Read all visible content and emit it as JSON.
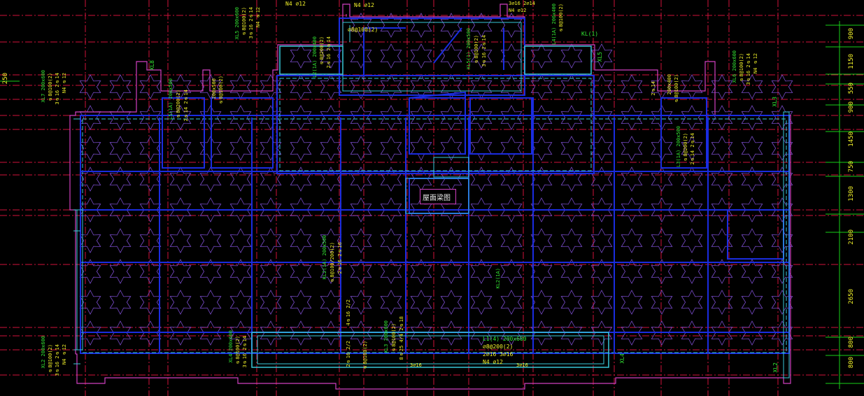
{
  "colors": {
    "background": "#000000",
    "grid_red": "#d0123a",
    "grid_green": "#18d018",
    "wall_blue": "#1a2ce0",
    "slab_cyan": "#38c8d8",
    "outline_magenta": "#d040c0",
    "star_violet": "#7a4ccc",
    "label_yellow": "#f2f22a",
    "label_green": "#34e834",
    "white": "#e8e8e8"
  },
  "dimensions_right": [
    "900",
    "1150",
    "550",
    "900",
    "1450",
    "750",
    "1300",
    "2100",
    "2650",
    "800",
    "800"
  ],
  "dimension_left": "250",
  "center_label": "屋面梁图",
  "annotations": {
    "n_top_left": "N4 ⌀12",
    "n_top_mid": "N4 ⌀12",
    "top_right_a": "3⌀16 2⌀14",
    "top_right_b": "N4 ⌀12",
    "xl5_a": "XL5 200x600",
    "xl5_b": "⌀8@100(2)",
    "xl5_c": "3⌀16 2⌀14",
    "xl5_d": "N4 ⌀12",
    "l4": "L4(1A) 200x400",
    "l4_b": "⌀8@100(2)",
    "box_top": "⌀8@100(2)",
    "kl5": "KL5(1) 200x500",
    "kl5_b": "⌀8@100(2)",
    "kl5_c": "3⌀16 2⌀14",
    "l2": "L2(1A) 200x400",
    "l2_b": "⌀8@200(2)",
    "l2_c": "2⌀16 2⌀14",
    "kl10": "KL(1)",
    "xl5_right": "XL5",
    "xl6": "XL6 200x600",
    "xl6_b": "⌀8@100(2)",
    "xl6_c": "3⌀16 2⌀14",
    "xl6_d": "N4 ⌀12",
    "xl7": "XL7 200x600",
    "xl7_b": "⌀8@100(2)",
    "xl7_c": "3⌀16 2⌀14",
    "xl7_d": "N4 ⌀12",
    "l5": "L5(1A) 200x500",
    "l5_b": "⌀8@200(2)",
    "l5_c": "2⌀14 2⌀14",
    "l1_top": "200x500",
    "l1_top_b": "⌀8@100(2)",
    "xl8": "XL8",
    "xl3": "XL3",
    "l3": "L3(1A) 200x500",
    "l3_b": "⌀8@200(2)",
    "l3_c": "2⌀14 2⌀14",
    "mid_right_a": "2⌀14",
    "mid_right_b": "200x400",
    "mid_right_c": "⌀8@100(2)",
    "kl2": "KL2(1A) 200x500",
    "kl2_b": "⌀8@100/200(2)",
    "kl2_c": "2⌀16 2⌀16",
    "kl2_right": "KL2(1A)",
    "bot_v1": "4⌀16 2/2",
    "bot_v2": "2⌀16 2/2",
    "bot_v3": "⌀8@100(2)",
    "xl2": "XL2 200x600",
    "xl2_b": "⌀8@100(2)",
    "xl2_c": "3⌀16 2⌀14",
    "xl2_d": "N4 ⌀12",
    "xl4": "XL4 200x600",
    "xl4_b": "⌀8@100(2)",
    "xl4_c": "3⌀16 2⌀14",
    "xl3b": "XL3 200x600",
    "xl3b_b": "⌀8@100(2)",
    "xl3b_c": "8⌀25 4/4 2⌀18",
    "bot_3": "3⌀16",
    "l1": "L1(4) 200x600",
    "l1_b": "⌀8@200(2)",
    "l1_c": "2⌀16 3⌀16",
    "l1_d": "N4 ⌀12",
    "bot_3b": "3⌀16",
    "xl4_right": "XL4",
    "xl2_right": "XL2"
  }
}
